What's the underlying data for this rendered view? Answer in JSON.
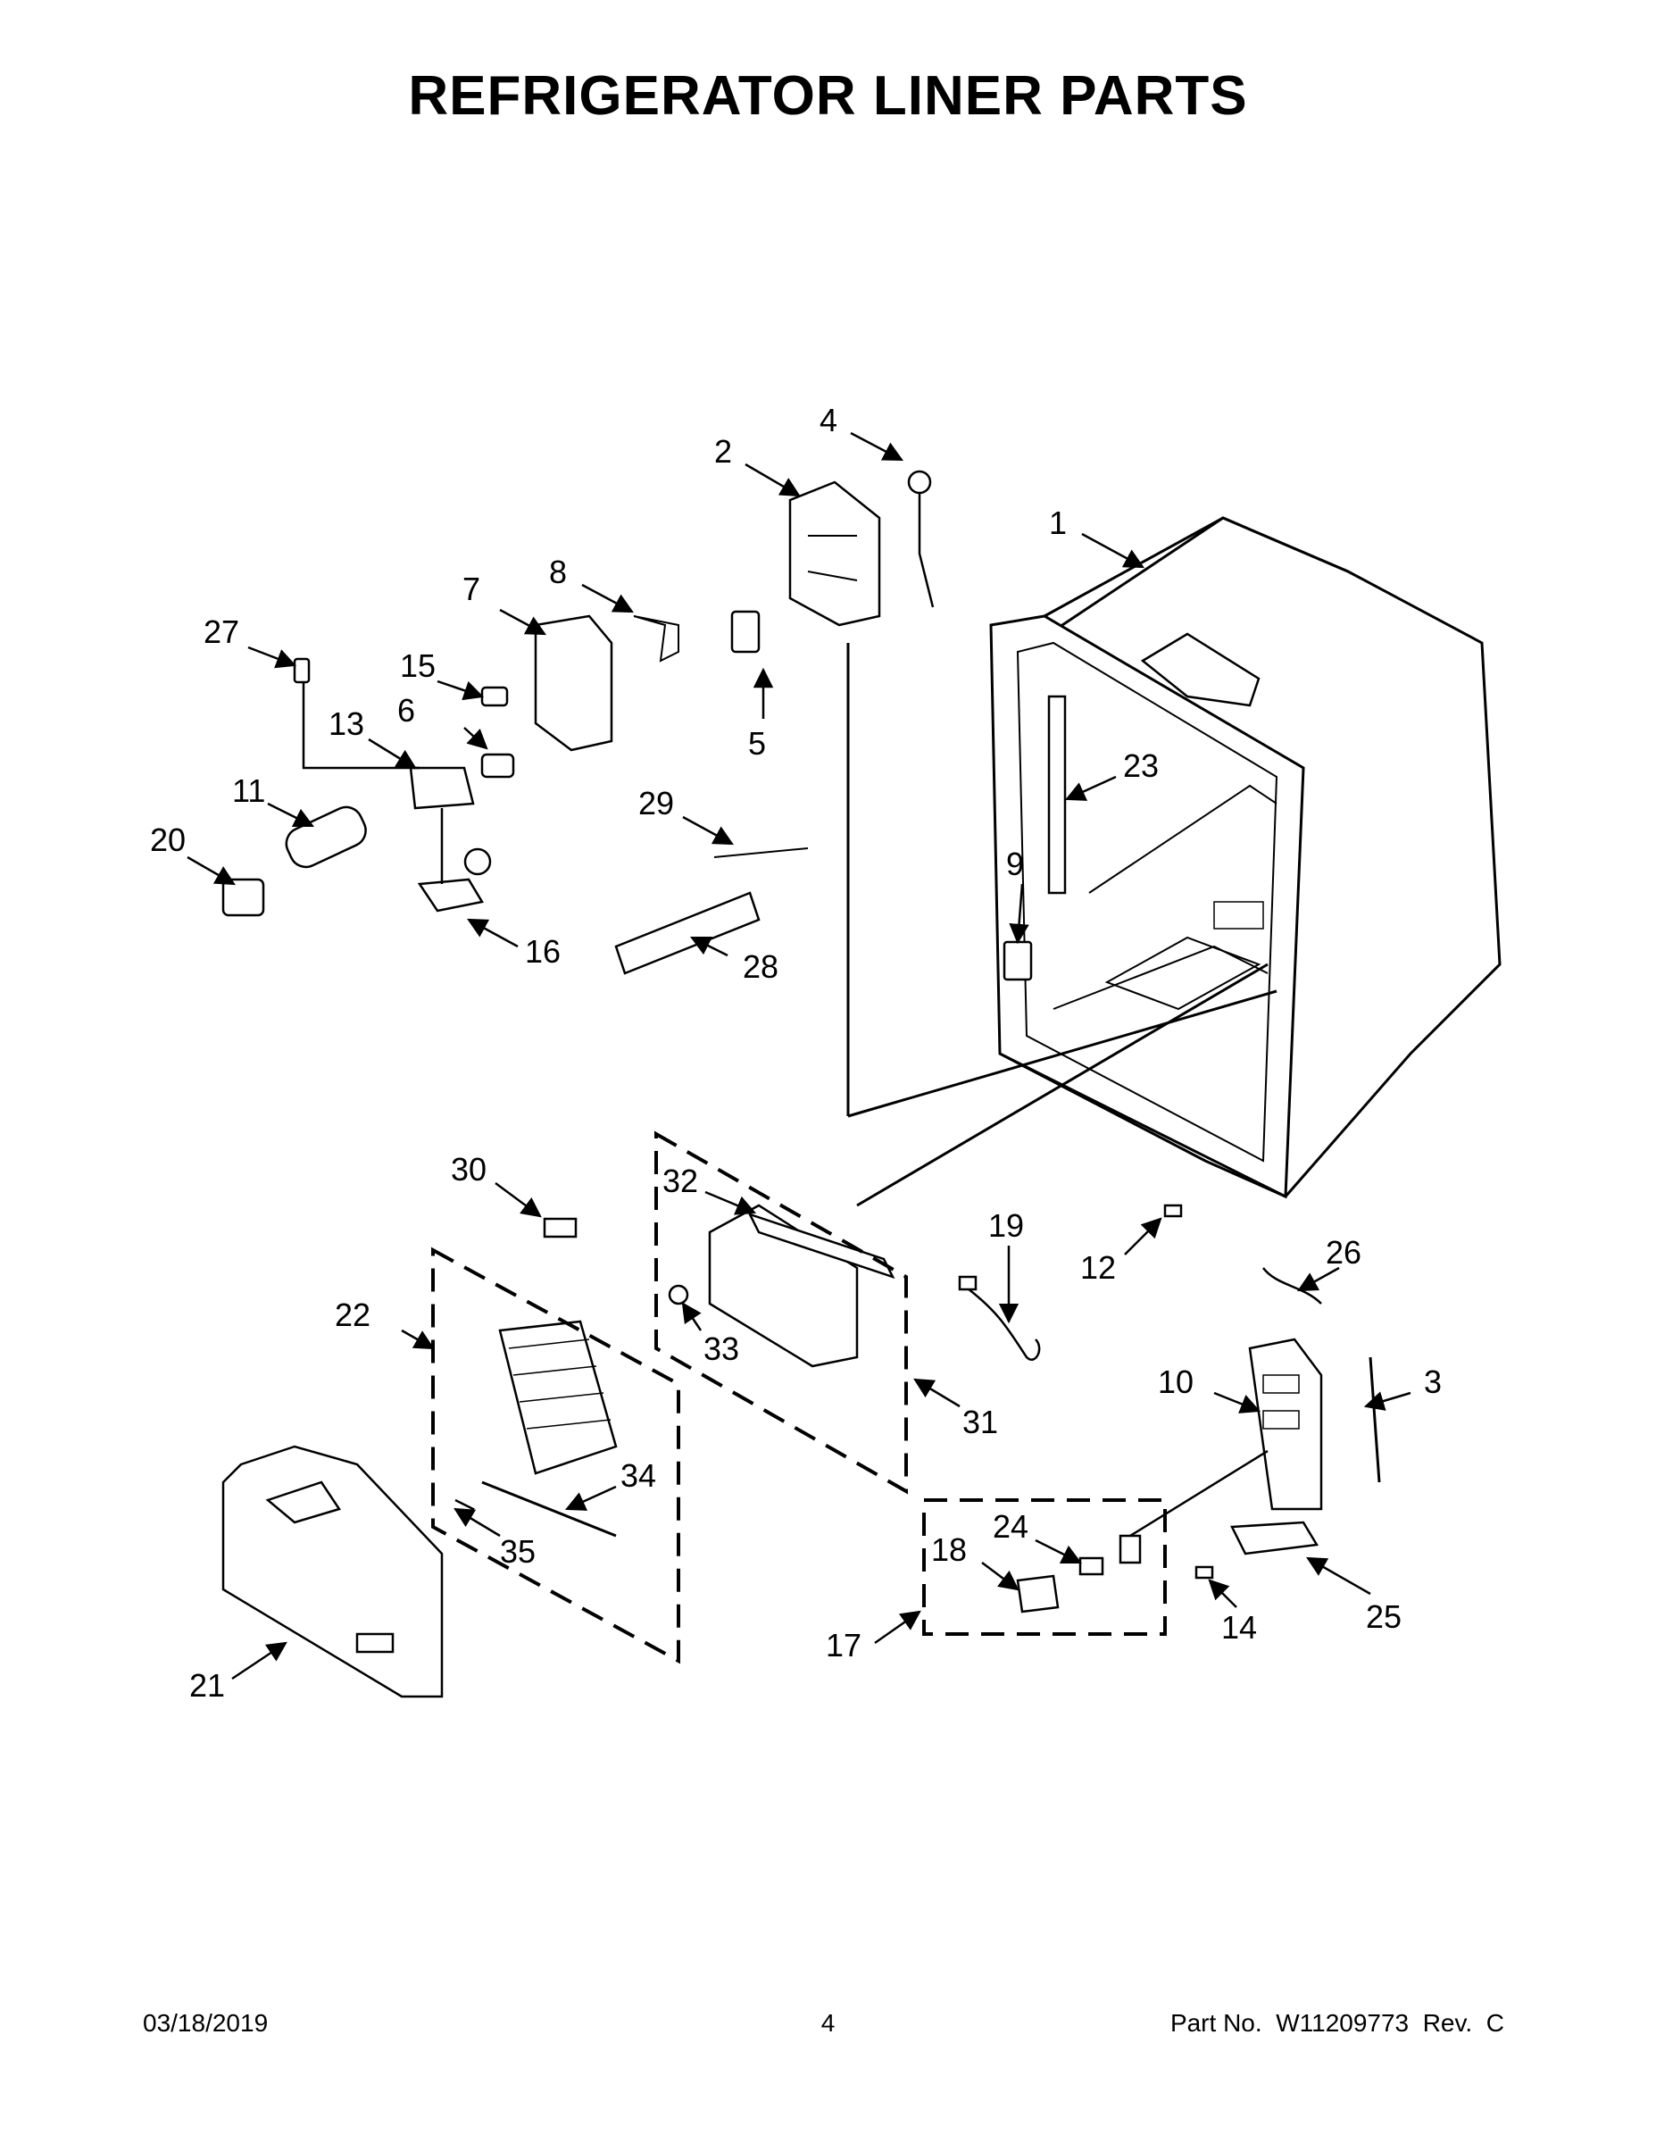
{
  "title": "REFRIGERATOR LINER PARTS",
  "footer": {
    "date": "03/18/2019",
    "page": "4",
    "part_label": "Part No.",
    "part_number": "W11209773",
    "rev_label": "Rev.",
    "rev": "C"
  },
  "callouts": [
    "1",
    "2",
    "3",
    "4",
    "5",
    "6",
    "7",
    "8",
    "9",
    "10",
    "11",
    "12",
    "13",
    "14",
    "15",
    "16",
    "17",
    "18",
    "19",
    "20",
    "21",
    "22",
    "23",
    "24",
    "25",
    "26",
    "27",
    "28",
    "29",
    "30",
    "31",
    "32",
    "33",
    "34",
    "35"
  ]
}
